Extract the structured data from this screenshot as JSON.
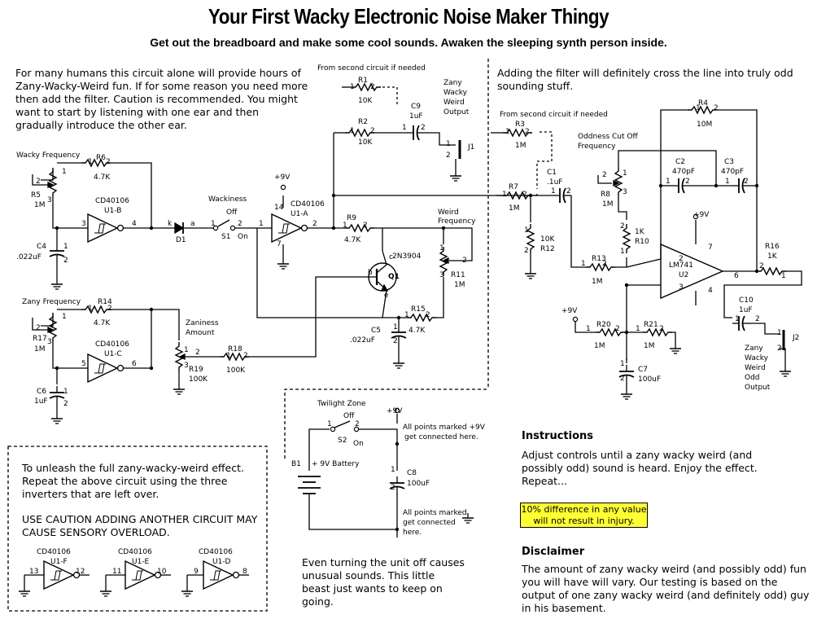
{
  "title": "Your First Wacky Electronic Noise Maker Thingy",
  "subtitle": "Get out the breadboard and make some cool sounds. Awaken the sleeping synth person inside.",
  "intro": "For many humans this circuit alone will provide hours of Zany-Wacky-Weird fun. If for some reason you need more then add the filter. Caution is recommended. You might want to start by listening with one ear and then gradually introduce the other ear.",
  "filter_intro": "Adding the filter will definitely cross the line into truly odd sounding stuff.",
  "unleash": {
    "line1": "To unleash the full zany-wacky-weird effect. Repeat the above circuit using the three inverters that are left over.",
    "line2": "USE CAUTION ADDING ANOTHER CIRCUIT MAY CAUSE SENSORY OVERLOAD."
  },
  "unit_off": "Even turning the unit off causes unusual sounds. This little beast just wants to keep on going.",
  "instructions": {
    "heading": "Instructions",
    "text": "Adjust controls until a zany wacky weird (and possibly odd) sound is heard. Enjoy the effect. Repeat..."
  },
  "note": "10% difference in any value will not result in injury.",
  "disclaimer": {
    "heading": "Disclaimer",
    "text": "The amount of zany wacky weird (and possibly odd) fun you will have will vary. Our testing is based on the output of one zany wacky weird (and definitely odd) guy in his basement."
  },
  "labels": {
    "wacky_freq": "Wacky Frequency",
    "zany_freq": "Zany Frequency",
    "weird_freq_1": "Weird",
    "weird_freq_2": "Frequency",
    "wackiness": "Wackiness",
    "zaniness_1": "Zaniness",
    "zaniness_2": "Amount",
    "second_circuit": "From second circuit if needed",
    "zany_out": [
      "Zany",
      "Wacky",
      "Weird",
      "Output"
    ],
    "zany_odd_out": [
      "Zany",
      "Wacky",
      "Weird",
      "Odd",
      "Output"
    ],
    "oddness_1": "Oddness Cut Off",
    "oddness_2": "Frequency",
    "twilight": "Twilight Zone",
    "off": "Off",
    "on": "On",
    "battery": "+ 9V Battery",
    "plus9v": "+9V",
    "pts_9v_1": "All points marked +9V",
    "pts_9v_2": "get connected here.",
    "pts_gnd_1": "All points marked",
    "pts_gnd_2": "get connected",
    "pts_gnd_3": "here.",
    "ic": "CD40106",
    "op": "LM741"
  },
  "components": {
    "R1": [
      "R1",
      "10K"
    ],
    "R2": [
      "R2",
      "10K"
    ],
    "R3": [
      "R3",
      "1M"
    ],
    "R4": [
      "R4",
      "10M"
    ],
    "R5": [
      "R5",
      "1M"
    ],
    "R6": [
      "R6",
      "4.7K"
    ],
    "R7": [
      "R7",
      "1M"
    ],
    "R8": [
      "R8",
      "1M"
    ],
    "R9": [
      "R9",
      "4.7K"
    ],
    "R10": [
      "R10",
      "1K"
    ],
    "R11": [
      "R11",
      "1M"
    ],
    "R12": [
      "R12",
      "10K"
    ],
    "R13": [
      "R13",
      "1M"
    ],
    "R14": [
      "R14",
      "4.7K"
    ],
    "R15": [
      "R15",
      "4.7K"
    ],
    "R16": [
      "R16",
      "1K"
    ],
    "R17": [
      "R17",
      "1M"
    ],
    "R18": [
      "R18",
      "100K"
    ],
    "R19": [
      "R19",
      "100K"
    ],
    "R20": [
      "R20",
      "1M"
    ],
    "R21": [
      "R21",
      "1M"
    ],
    "C1": [
      "C1",
      ".1uF"
    ],
    "C2": [
      "C2",
      "470pF"
    ],
    "C3": [
      "C3",
      "470pF"
    ],
    "C4": [
      "C4",
      ".022uF"
    ],
    "C5": [
      "C5",
      ".022uF"
    ],
    "C6": [
      "C6",
      "1uF"
    ],
    "C7": [
      "C7",
      "100uF"
    ],
    "C8": [
      "C8",
      "100uF"
    ],
    "C9": [
      "C9",
      "1uF"
    ],
    "C10": [
      "C10",
      "1uF"
    ],
    "U1A": "U1-A",
    "U1B": "U1-B",
    "U1C": "U1-C",
    "U1D": "U1-D",
    "U1E": "U1-E",
    "U1F": "U1-F",
    "U2": "U2",
    "Q1": "Q1",
    "Q1type": "2N3904",
    "D1": "D1",
    "S1": "S1",
    "S2": "S2",
    "B1": "B1",
    "J1": "J1",
    "J2": "J2"
  }
}
